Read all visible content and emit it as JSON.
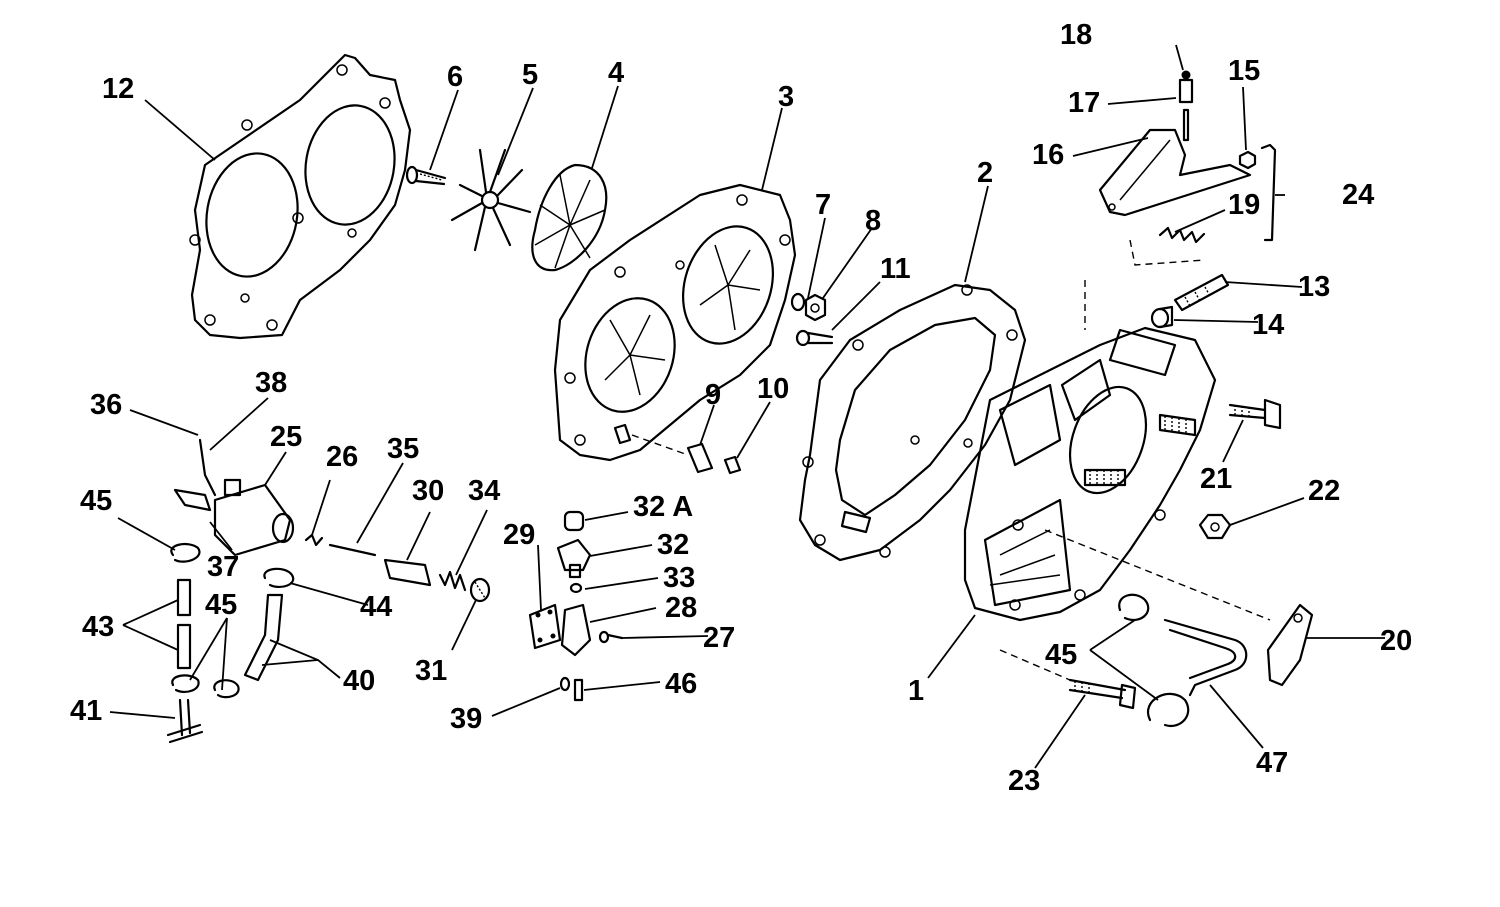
{
  "callouts": {
    "c1": "1",
    "c2": "2",
    "c3": "3",
    "c4": "4",
    "c5": "5",
    "c6": "6",
    "c7": "7",
    "c8": "8",
    "c9": "9",
    "c10": "10",
    "c11": "11",
    "c12": "12",
    "c13": "13",
    "c14": "14",
    "c15": "15",
    "c16": "16",
    "c17": "17",
    "c18": "18",
    "c19": "19",
    "c20": "20",
    "c21": "21",
    "c22": "22",
    "c23": "23",
    "c24": "24",
    "c25": "25",
    "c26": "26",
    "c27": "27",
    "c28": "28",
    "c29": "29",
    "c30": "30",
    "c31": "31",
    "c32": "32",
    "c32a": "32 A",
    "c33": "33",
    "c34": "34",
    "c35": "35",
    "c36": "36",
    "c37": "37",
    "c38": "38",
    "c39": "39",
    "c40": "40",
    "c41": "41",
    "c43": "43",
    "c44": "44",
    "c45a": "45",
    "c45b": "45",
    "c45c": "45",
    "c46": "46",
    "c47": "47"
  }
}
